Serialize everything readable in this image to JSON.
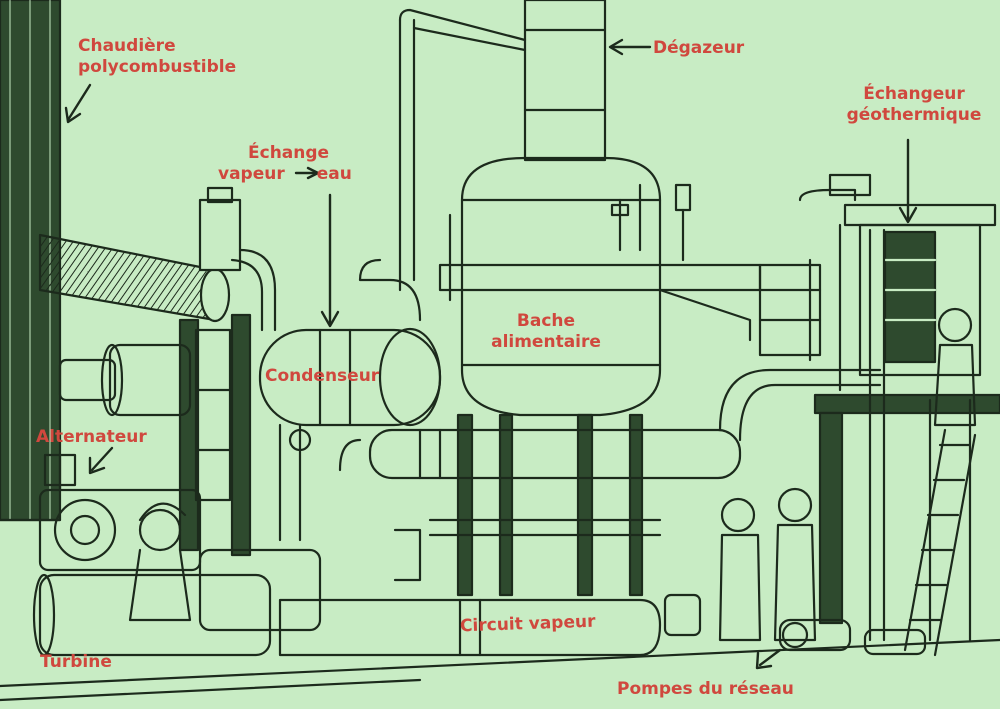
{
  "labels": {
    "chaudiere": [
      "Chaudière",
      "polycombustible"
    ],
    "degazeur": "Dégazeur",
    "echangeur": [
      "Échangeur",
      "géothermique"
    ],
    "echange": [
      "Échange",
      "vapeur",
      "eau"
    ],
    "bache": [
      "Bache",
      "alimentaire"
    ],
    "condenseur": "Condenseur",
    "alternateur": "Alternateur",
    "circuit": "Circuit vapeur",
    "turbine": "Turbine",
    "pompes": "Pompes du réseau"
  },
  "colors": {
    "background": "#c8ecc4",
    "ink": "#1c2a1c",
    "label": "#d0483e"
  }
}
